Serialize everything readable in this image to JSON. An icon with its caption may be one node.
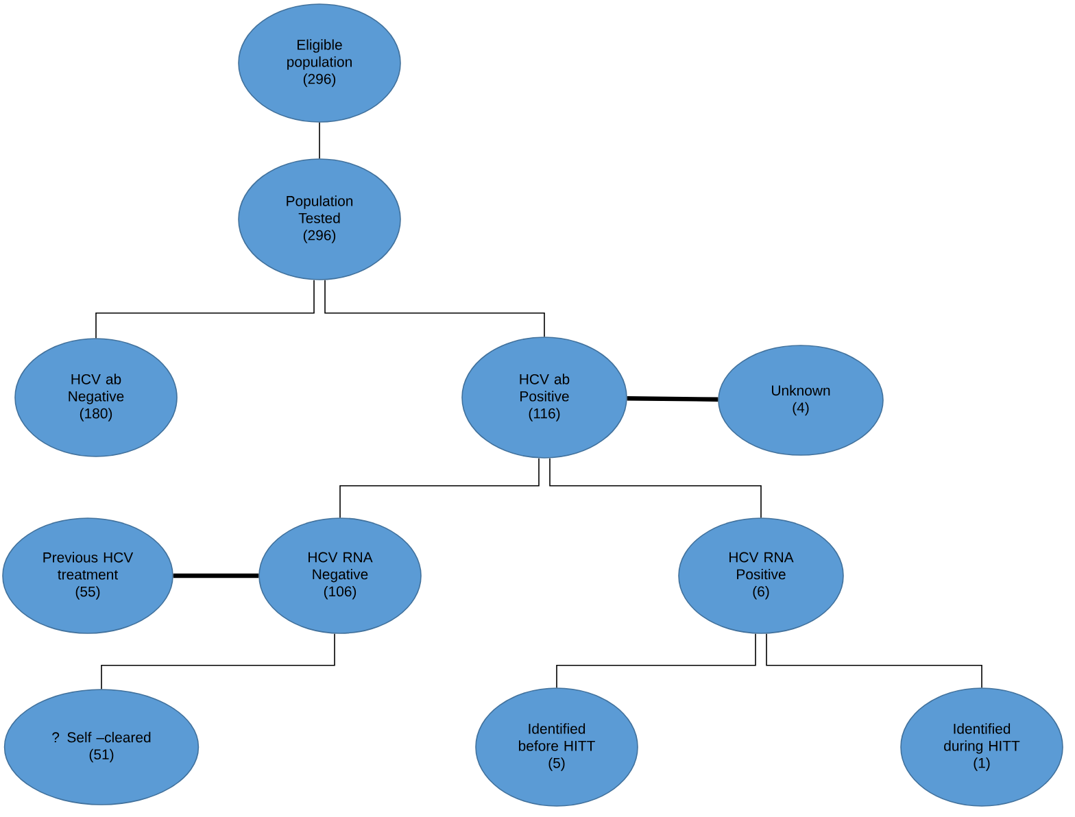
{
  "diagram": {
    "nodes": [
      {
        "text": [
          "Eligible population",
          "(296)"
        ]
      },
      {
        "text": [
          "Population Tested",
          "(296)"
        ]
      },
      {
        "text": [
          "HCV ab Negative",
          "(180)"
        ]
      },
      {
        "text": [
          "HCV ab Positive",
          "(116)"
        ]
      },
      {
        "text": [
          "Unknown",
          "(4)"
        ]
      },
      {
        "text": [
          "Previous HCV treatment",
          "(55)"
        ]
      },
      {
        "text": [
          "HCV RNA Negative",
          "(106)"
        ]
      },
      {
        "text": [
          "HCV RNA Positive",
          "(6)"
        ]
      },
      {
        "text": [
          "? Self –cleared",
          "(51)"
        ]
      },
      {
        "text": [
          "Identified before HITT",
          "(5)"
        ]
      },
      {
        "text": [
          "Identified during HITT",
          "(1)"
        ]
      }
    ],
    "edges": [
      {
        "from": 0,
        "to": 1,
        "arrow": "none"
      },
      {
        "from": 1,
        "to": 2,
        "arrow": "none"
      },
      {
        "from": 1,
        "to": 3,
        "arrow": "none"
      },
      {
        "from": 3,
        "to": 4,
        "arrow": "none",
        "style": "thick"
      },
      {
        "from": 3,
        "to": 6,
        "arrow": "none"
      },
      {
        "from": 3,
        "to": 7,
        "arrow": "none"
      },
      {
        "from": 5,
        "to": 6,
        "arrow": "none",
        "style": "thick"
      },
      {
        "from": 6,
        "to": 8,
        "arrow": "none"
      },
      {
        "from": 7,
        "to": 9,
        "arrow": "none"
      },
      {
        "from": 7,
        "to": 10,
        "arrow": "none"
      }
    ]
  }
}
